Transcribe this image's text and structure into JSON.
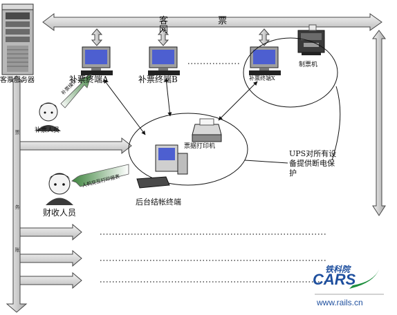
{
  "network_label": "客 票 网",
  "server_label": "客票服务器",
  "terminals": [
    {
      "label": "补票终端A"
    },
    {
      "label": "补票终端B"
    },
    {
      "label": "补票终端X"
    }
  ],
  "ticket_printer_label": "制票机",
  "invoice_printer_label": "票据打印机",
  "backend_terminal_label": "后台结帐终端",
  "staff": [
    {
      "label": "补票人员",
      "arrow_text": "补票操作"
    },
    {
      "label": "财收人员",
      "arrow_text": "人机交互打印报表"
    }
  ],
  "ups_text": "UPS对所有设备提供断电保护",
  "bus_vertical_labels": [
    "票",
    "务",
    "账"
  ],
  "ellipsis": "…………",
  "logo": {
    "brand": "CARS",
    "chinese": "铁科院",
    "url": "www.rails.cn"
  }
}
